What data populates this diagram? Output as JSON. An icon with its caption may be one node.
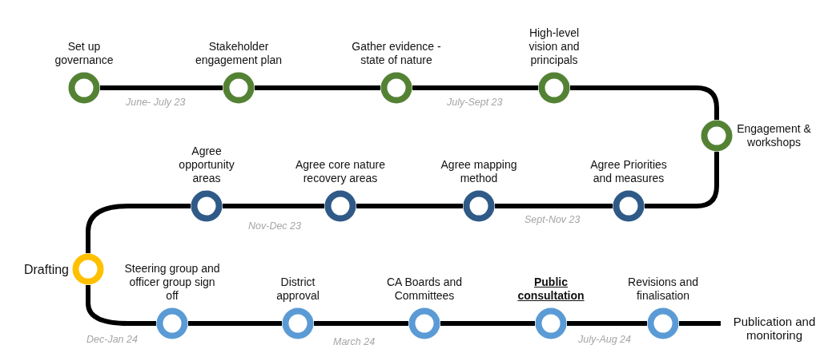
{
  "diagram": {
    "nodes": [
      {
        "text": [
          "Set up governance"
        ]
      },
      {
        "text": [
          "Stakeholder engagement plan"
        ]
      },
      {
        "text": [
          "Gather evidence - state of nature"
        ]
      },
      {
        "text": [
          "High-level vision and principals"
        ]
      },
      {
        "text": [
          "Engagement & workshops"
        ]
      },
      {
        "text": [
          "Agree Priorities and measures"
        ]
      },
      {
        "text": [
          "Agree mapping method"
        ]
      },
      {
        "text": [
          "Agree core nature recovery areas"
        ]
      },
      {
        "text": [
          "Agree opportunity areas"
        ]
      },
      {
        "text": [
          "Drafting"
        ]
      },
      {
        "text": [
          "Steering group and officer group sign off"
        ]
      },
      {
        "text": [
          "District approval"
        ]
      },
      {
        "text": [
          "CA Boards and Committees"
        ]
      },
      {
        "text": [
          "Public consultation"
        ]
      },
      {
        "text": [
          "Revisions and finalisation"
        ]
      },
      {
        "text": [
          "Publication and monitoring"
        ]
      }
    ],
    "edges": [
      {
        "from": 0,
        "to": 1,
        "arrow": "none"
      },
      {
        "from": 1,
        "to": 2,
        "arrow": "none"
      },
      {
        "from": 2,
        "to": 3,
        "arrow": "none"
      },
      {
        "from": 3,
        "to": 4,
        "arrow": "none"
      },
      {
        "from": 4,
        "to": 5,
        "arrow": "none"
      },
      {
        "from": 5,
        "to": 6,
        "arrow": "none"
      },
      {
        "from": 6,
        "to": 7,
        "arrow": "none"
      },
      {
        "from": 7,
        "to": 8,
        "arrow": "none"
      },
      {
        "from": 8,
        "to": 9,
        "arrow": "none"
      },
      {
        "from": 9,
        "to": 10,
        "arrow": "none"
      },
      {
        "from": 10,
        "to": 11,
        "arrow": "none"
      },
      {
        "from": 11,
        "to": 12,
        "arrow": "none"
      },
      {
        "from": 12,
        "to": 13,
        "arrow": "none"
      },
      {
        "from": 13,
        "to": 14,
        "arrow": "none"
      },
      {
        "from": 14,
        "to": 15,
        "arrow": "none"
      }
    ],
    "labels": [
      "June- July 23",
      "July-Sept 23",
      "Nov-Dec 23",
      "Sept-Nov 23",
      "Dec-Jan 24",
      "March 24",
      "July-Aug 24"
    ]
  }
}
